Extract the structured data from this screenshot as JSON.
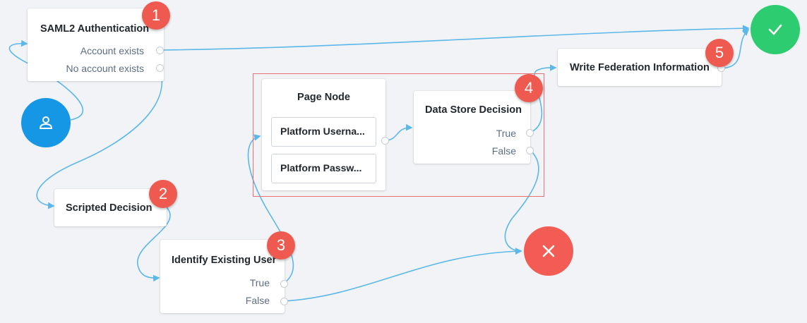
{
  "nodes": {
    "saml": {
      "title": "SAML2 Authentication",
      "outcomes": [
        "Account exists",
        "No account exists"
      ]
    },
    "scripted": {
      "title": "Scripted Decision"
    },
    "identify": {
      "title": "Identify Existing User",
      "outcomes": [
        "True",
        "False"
      ]
    },
    "page": {
      "title": "Page Node",
      "children": [
        "Platform Userna...",
        "Platform Passw..."
      ]
    },
    "datastore": {
      "title": "Data Store Decision",
      "outcomes": [
        "True",
        "False"
      ]
    },
    "writefed": {
      "title": "Write Federation Information"
    }
  },
  "badges": [
    "1",
    "2",
    "3",
    "4",
    "5"
  ],
  "icons": {
    "start": "user-icon",
    "success": "check-icon",
    "failure": "x-icon"
  },
  "colors": {
    "wire": "#5bb8e8",
    "start": "#1597e5",
    "success": "#2ecc71",
    "failure": "#f25c54",
    "badge": "#ee5a4f",
    "selection": "#e57373"
  }
}
